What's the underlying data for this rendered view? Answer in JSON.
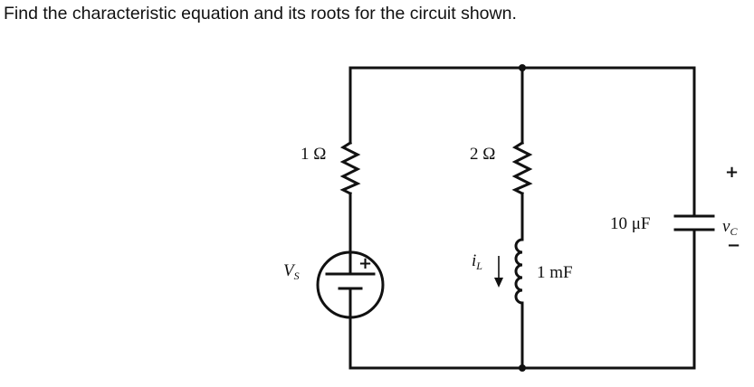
{
  "question": {
    "text": "Find the characteristic equation and its roots for the circuit shown."
  },
  "circuit": {
    "r1_label": "1 Ω",
    "r2_label": "2 Ω",
    "source_label": "V",
    "source_sub": "S",
    "il_label": "i",
    "il_sub": "L",
    "inductor_label": "1 mF",
    "capacitor_label": "10 μF",
    "vc_label": "v",
    "vc_sub": "C",
    "vc_plus": "+",
    "vc_minus": "−",
    "source_plus": "+",
    "wire_color": "#111111"
  }
}
